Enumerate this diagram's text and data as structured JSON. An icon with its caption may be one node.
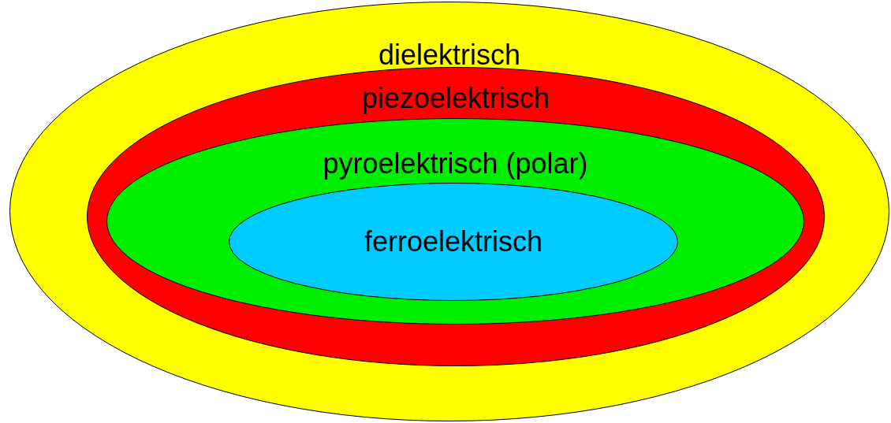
{
  "diagram": {
    "nodes": [
      {
        "text": [
          "dielektrisch"
        ]
      },
      {
        "text": [
          "piezoelektrisch"
        ],
        "in": 0
      },
      {
        "text": [
          "pyroelektrisch (polar)"
        ],
        "in": 1
      },
      {
        "text": [
          "ferroelektrisch"
        ],
        "in": 2
      }
    ]
  }
}
